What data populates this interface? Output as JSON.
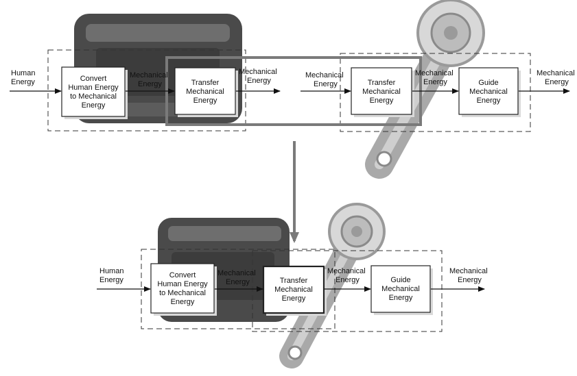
{
  "colors": {
    "dashed": "#333333",
    "highlight": "#7a7a7a",
    "pedal_dark": "#4a4a4a",
    "pedal_mid": "#6e6e6e",
    "metal_light": "#d8d8d8",
    "metal_mid": "#a9a9a9",
    "box_border": "#222222",
    "shadow": "#d9d9d9"
  },
  "top": {
    "input_label": [
      "Human",
      "Energy"
    ],
    "convert_box": [
      "Convert",
      "Human Energy",
      "to Mechanical",
      "Energy"
    ],
    "mid_label_1": [
      "Mechanical",
      "Energy"
    ],
    "transfer_box_1": [
      "Transfer",
      "Mechanical",
      "Energy"
    ],
    "mid_label_2": [
      "Mechanical",
      "Energy"
    ],
    "mid_label_3": [
      "Mechanical",
      "Energy"
    ],
    "transfer_box_2": [
      "Transfer",
      "Mechanical",
      "Energy"
    ],
    "mid_label_4": [
      "Mechanical",
      "Energy"
    ],
    "guide_box": [
      "Guide",
      "Mechanical",
      "Energy"
    ],
    "output_label": [
      "Mechanical",
      "Energy"
    ]
  },
  "bottom": {
    "input_label": [
      "Human",
      "Energy"
    ],
    "convert_box": [
      "Convert",
      "Human Energy",
      "to Mechanical",
      "Energy"
    ],
    "mid_label_1": [
      "Mechanical",
      "Energy"
    ],
    "transfer_box": [
      "Transfer",
      "Mechanical",
      "Energy"
    ],
    "mid_label_2": [
      "Mechanical",
      "Energy"
    ],
    "guide_box": [
      "Guide",
      "Mechanical",
      "Energy"
    ],
    "output_label": [
      "Mechanical",
      "Energy"
    ]
  }
}
